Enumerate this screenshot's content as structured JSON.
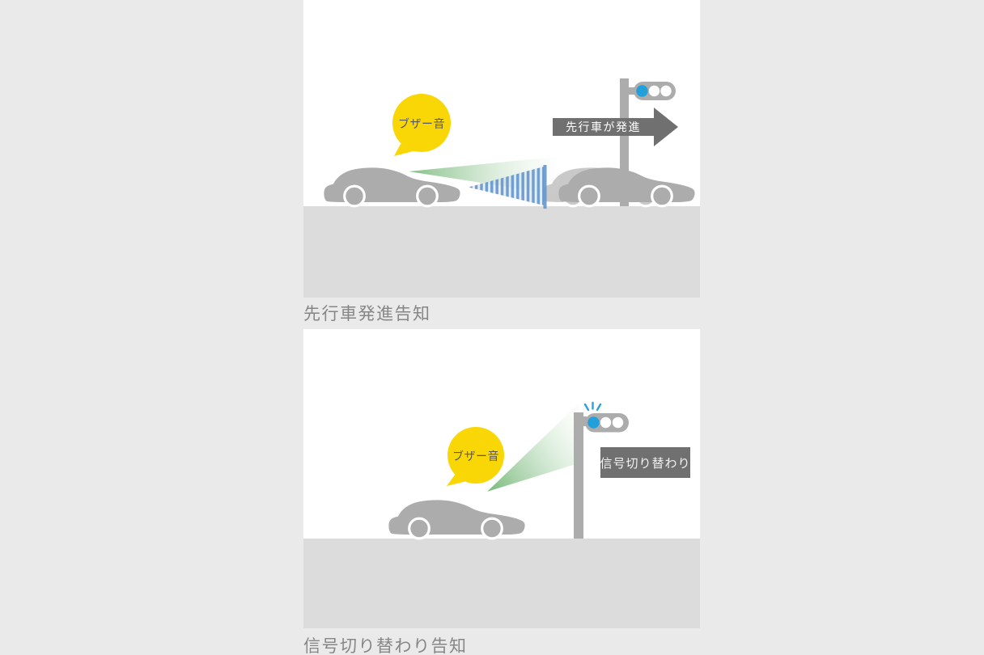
{
  "figure": {
    "panels": [
      {
        "name": "leading-vehicle-start-notification",
        "caption": "先行車発進告知",
        "bubble_text": "ブザー音",
        "arrow_label": "先行車が発進",
        "traffic_light_state": "blue"
      },
      {
        "name": "signal-change-notification",
        "caption": "信号切り替わり告知",
        "bubble_text": "ブザー音",
        "signal_label": "信号切り替わり",
        "traffic_light_state": "blue-flashing"
      }
    ],
    "colors": {
      "page_background": "#EAEAEA",
      "panel_background": "#FFFFFF",
      "road": "#DCDCDC",
      "car_gray": "#ACACAC",
      "ghost_car_gray": "#C9C9C9",
      "bubble_yellow": "#F9D606",
      "signal_blue": "#21A0DC",
      "beam_green": "#6FB572",
      "stripe_blue": "#6496CB",
      "dark_label_gray": "#717071",
      "caption_text": "#868686",
      "bubble_text": "#595757"
    }
  }
}
